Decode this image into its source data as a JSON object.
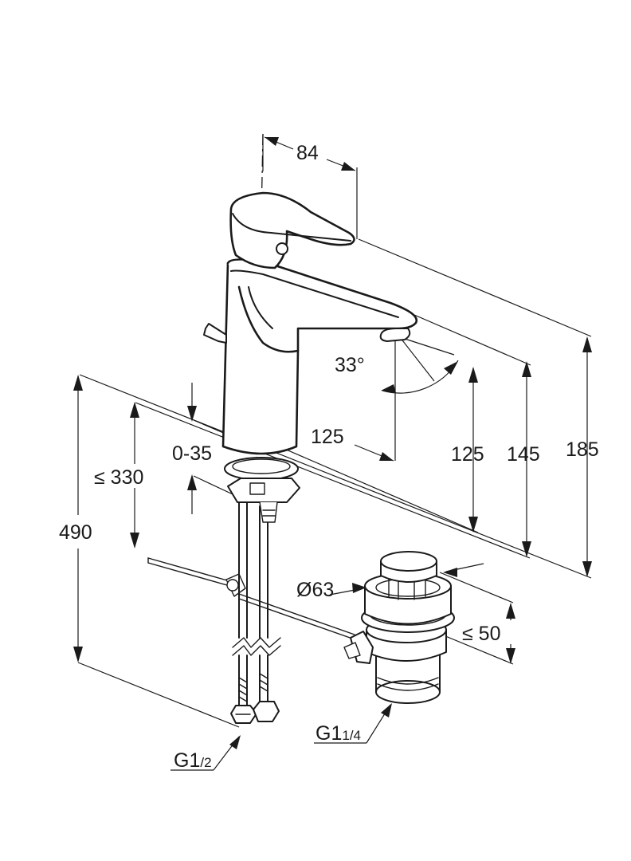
{
  "dimensions": {
    "spout_reach": "84",
    "spout_angle": "33°",
    "body_offset": "125",
    "outlet_height": "125",
    "spout_height": "145",
    "total_height": "185",
    "adjust_range": "0-35",
    "max_depth": "≤ 330",
    "hose_length": "490",
    "waste_diameter": "Ø63",
    "waste_height": "≤ 50",
    "hose_thread_main": "G1",
    "hose_thread_sub": "/2",
    "waste_thread_main": "G1",
    "waste_thread_sub": "1/4"
  }
}
